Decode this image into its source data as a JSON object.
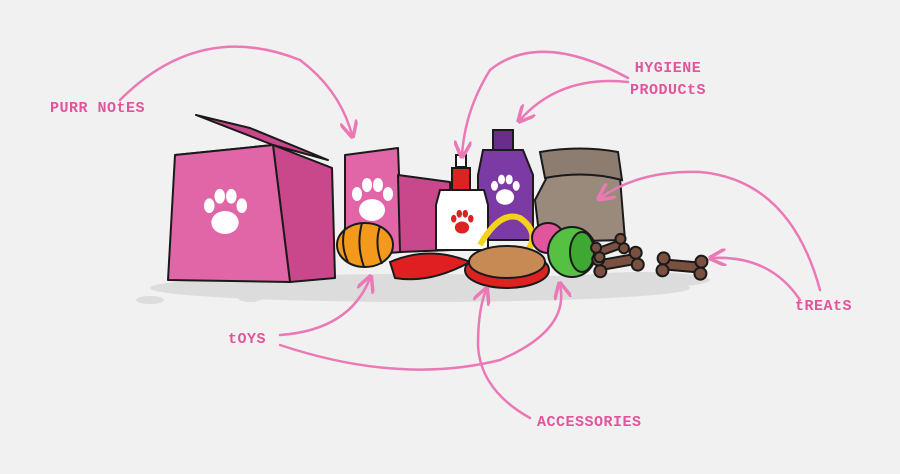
{
  "labels": {
    "purr_notes": "PURR NOtES",
    "hygiene_line1": "HYGIENE",
    "hygiene_line2": "PRODUCtS",
    "treats": "tREAtS",
    "toys": "tOYS",
    "accessories": "ACCESSORIES"
  },
  "colors": {
    "label_text": "#e0559c",
    "arrow": "#ea79b5",
    "box_pink": "#e066a7",
    "box_dark": "#c9488c",
    "paw": "#ffffff",
    "bag": "#9a8a7c",
    "shampoo_purple": "#6a2d8e",
    "bottle_red": "#dd2222",
    "toy_orange": "#f39a1d",
    "toy_green": "#56c043",
    "bone_brown": "#7a5040",
    "outline": "#1a1a1a",
    "shadow": "#dcdcdc",
    "background": "#f2f1f1"
  },
  "icons": [
    "paw-print-icon",
    "dog-bone-icon"
  ]
}
